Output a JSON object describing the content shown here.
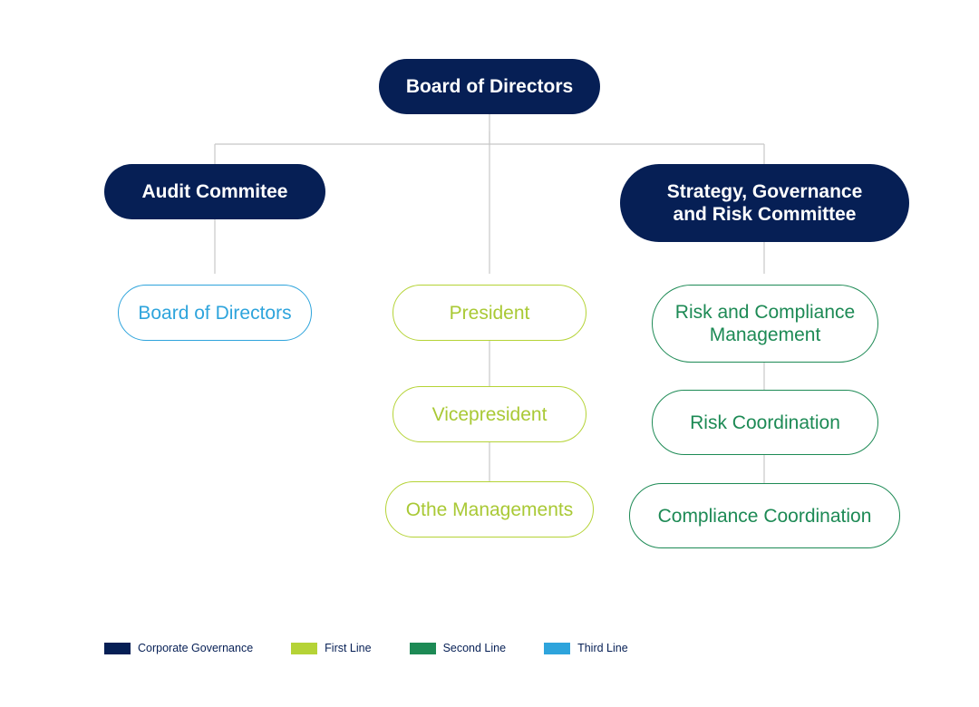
{
  "colors": {
    "corporate_governance": "#061f55",
    "first_line": "#b5d336",
    "second_line": "#1d8a55",
    "third_line": "#2ea4dc",
    "connector": "#c8c8c8"
  },
  "nodes": {
    "board": "Board of Directors",
    "audit": "Audit Commitee",
    "strategy": "Strategy, Governance and Risk Committee",
    "third_board": "Board of Directors",
    "president": "President",
    "vicepresident": "Vicepresident",
    "other": "Othe Managements",
    "risk_compliance": "Risk and Compliance Management",
    "risk_coord": "Risk Coordination",
    "compliance_coord": "Compliance Coordination"
  },
  "legend": [
    {
      "label": "Corporate Governance",
      "color": "#061f55"
    },
    {
      "label": "First Line",
      "color": "#b5d336"
    },
    {
      "label": "Second Line",
      "color": "#1d8a55"
    },
    {
      "label": "Third Line",
      "color": "#2ea4dc"
    }
  ]
}
